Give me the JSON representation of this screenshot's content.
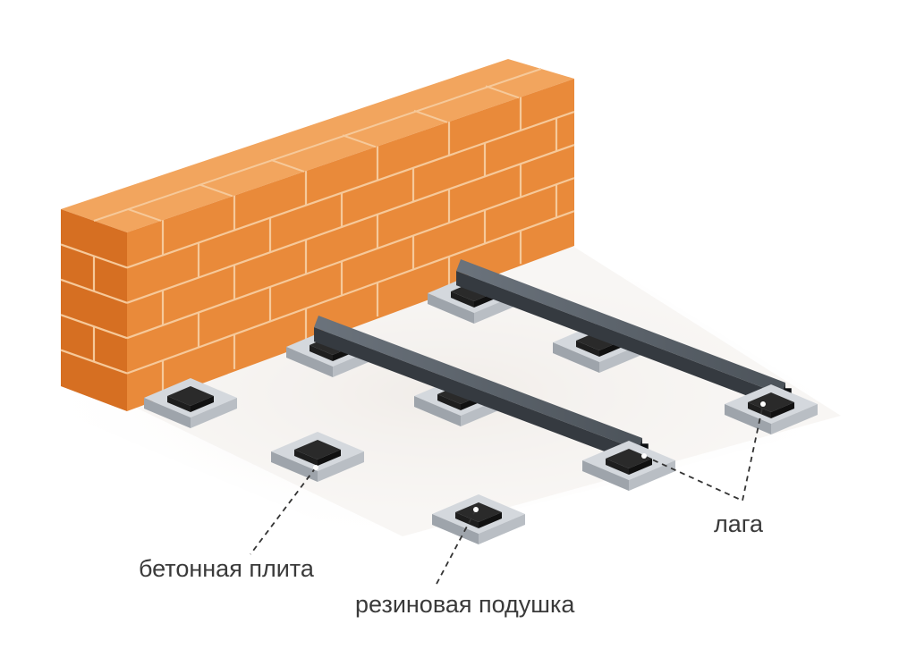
{
  "labels": {
    "concrete_slab": "бетонная плита",
    "rubber_pad": "резиновая подушка",
    "joist": "лага"
  },
  "colors": {
    "brick_front": "#e98a3a",
    "brick_top": "#f2a55e",
    "brick_side": "#d66f22",
    "mortar": "#f6c99a",
    "slab_top": "#d4d8dd",
    "slab_side": "#9ea4ab",
    "pad": "#1e1e1e",
    "joist_top": "#5e656d",
    "joist_side": "#353a40",
    "text": "#3a3a3a",
    "leader": "#333333"
  }
}
